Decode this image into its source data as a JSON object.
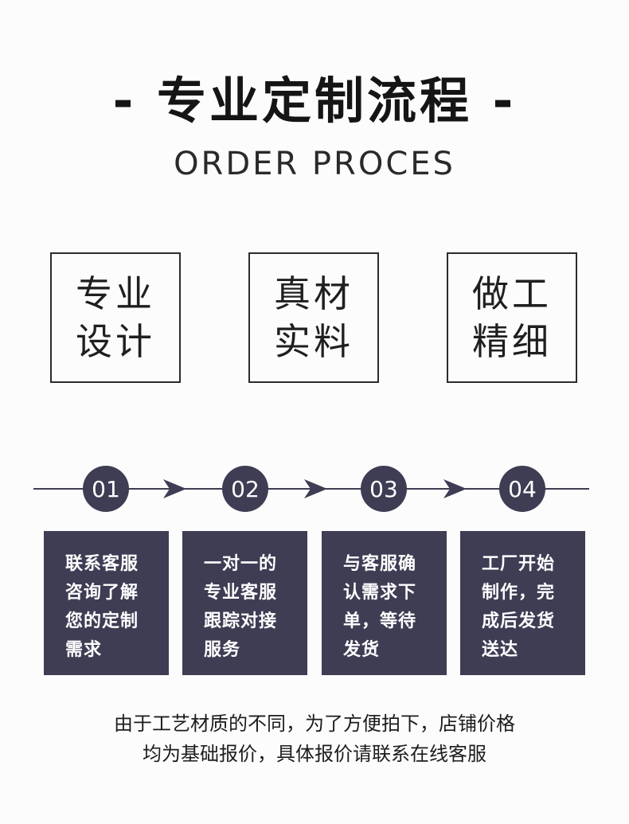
{
  "header": {
    "title": "- 专业定制流程 -",
    "subtitle": "ORDER PROCES"
  },
  "features": [
    {
      "line1": "专业",
      "line2": "设计"
    },
    {
      "line1": "真材",
      "line2": "实料"
    },
    {
      "line1": "做工",
      "line2": "精细"
    }
  ],
  "steps": [
    {
      "num": "01",
      "lines": [
        "联系客服",
        "咨询了解",
        "您的定制",
        "需求"
      ]
    },
    {
      "num": "02",
      "lines": [
        "一对一的",
        "专业客服",
        "跟踪对接",
        "服务"
      ]
    },
    {
      "num": "03",
      "lines": [
        "与客服确",
        "认需求下",
        "单，等待",
        "发货"
      ]
    },
    {
      "num": "04",
      "lines": [
        "工厂开始",
        "制作，完",
        "成后发货",
        "送达"
      ]
    }
  ],
  "note": {
    "line1": "由于工艺材质的不同，为了方便拍下，店铺价格",
    "line2": "均为基础报价，具体报价请联系在线客服"
  },
  "colors": {
    "accent": "#3e3d54",
    "text": "#1a1a1a",
    "background": "#fcfcfc"
  },
  "icons": [
    "arrow-right-icon"
  ]
}
